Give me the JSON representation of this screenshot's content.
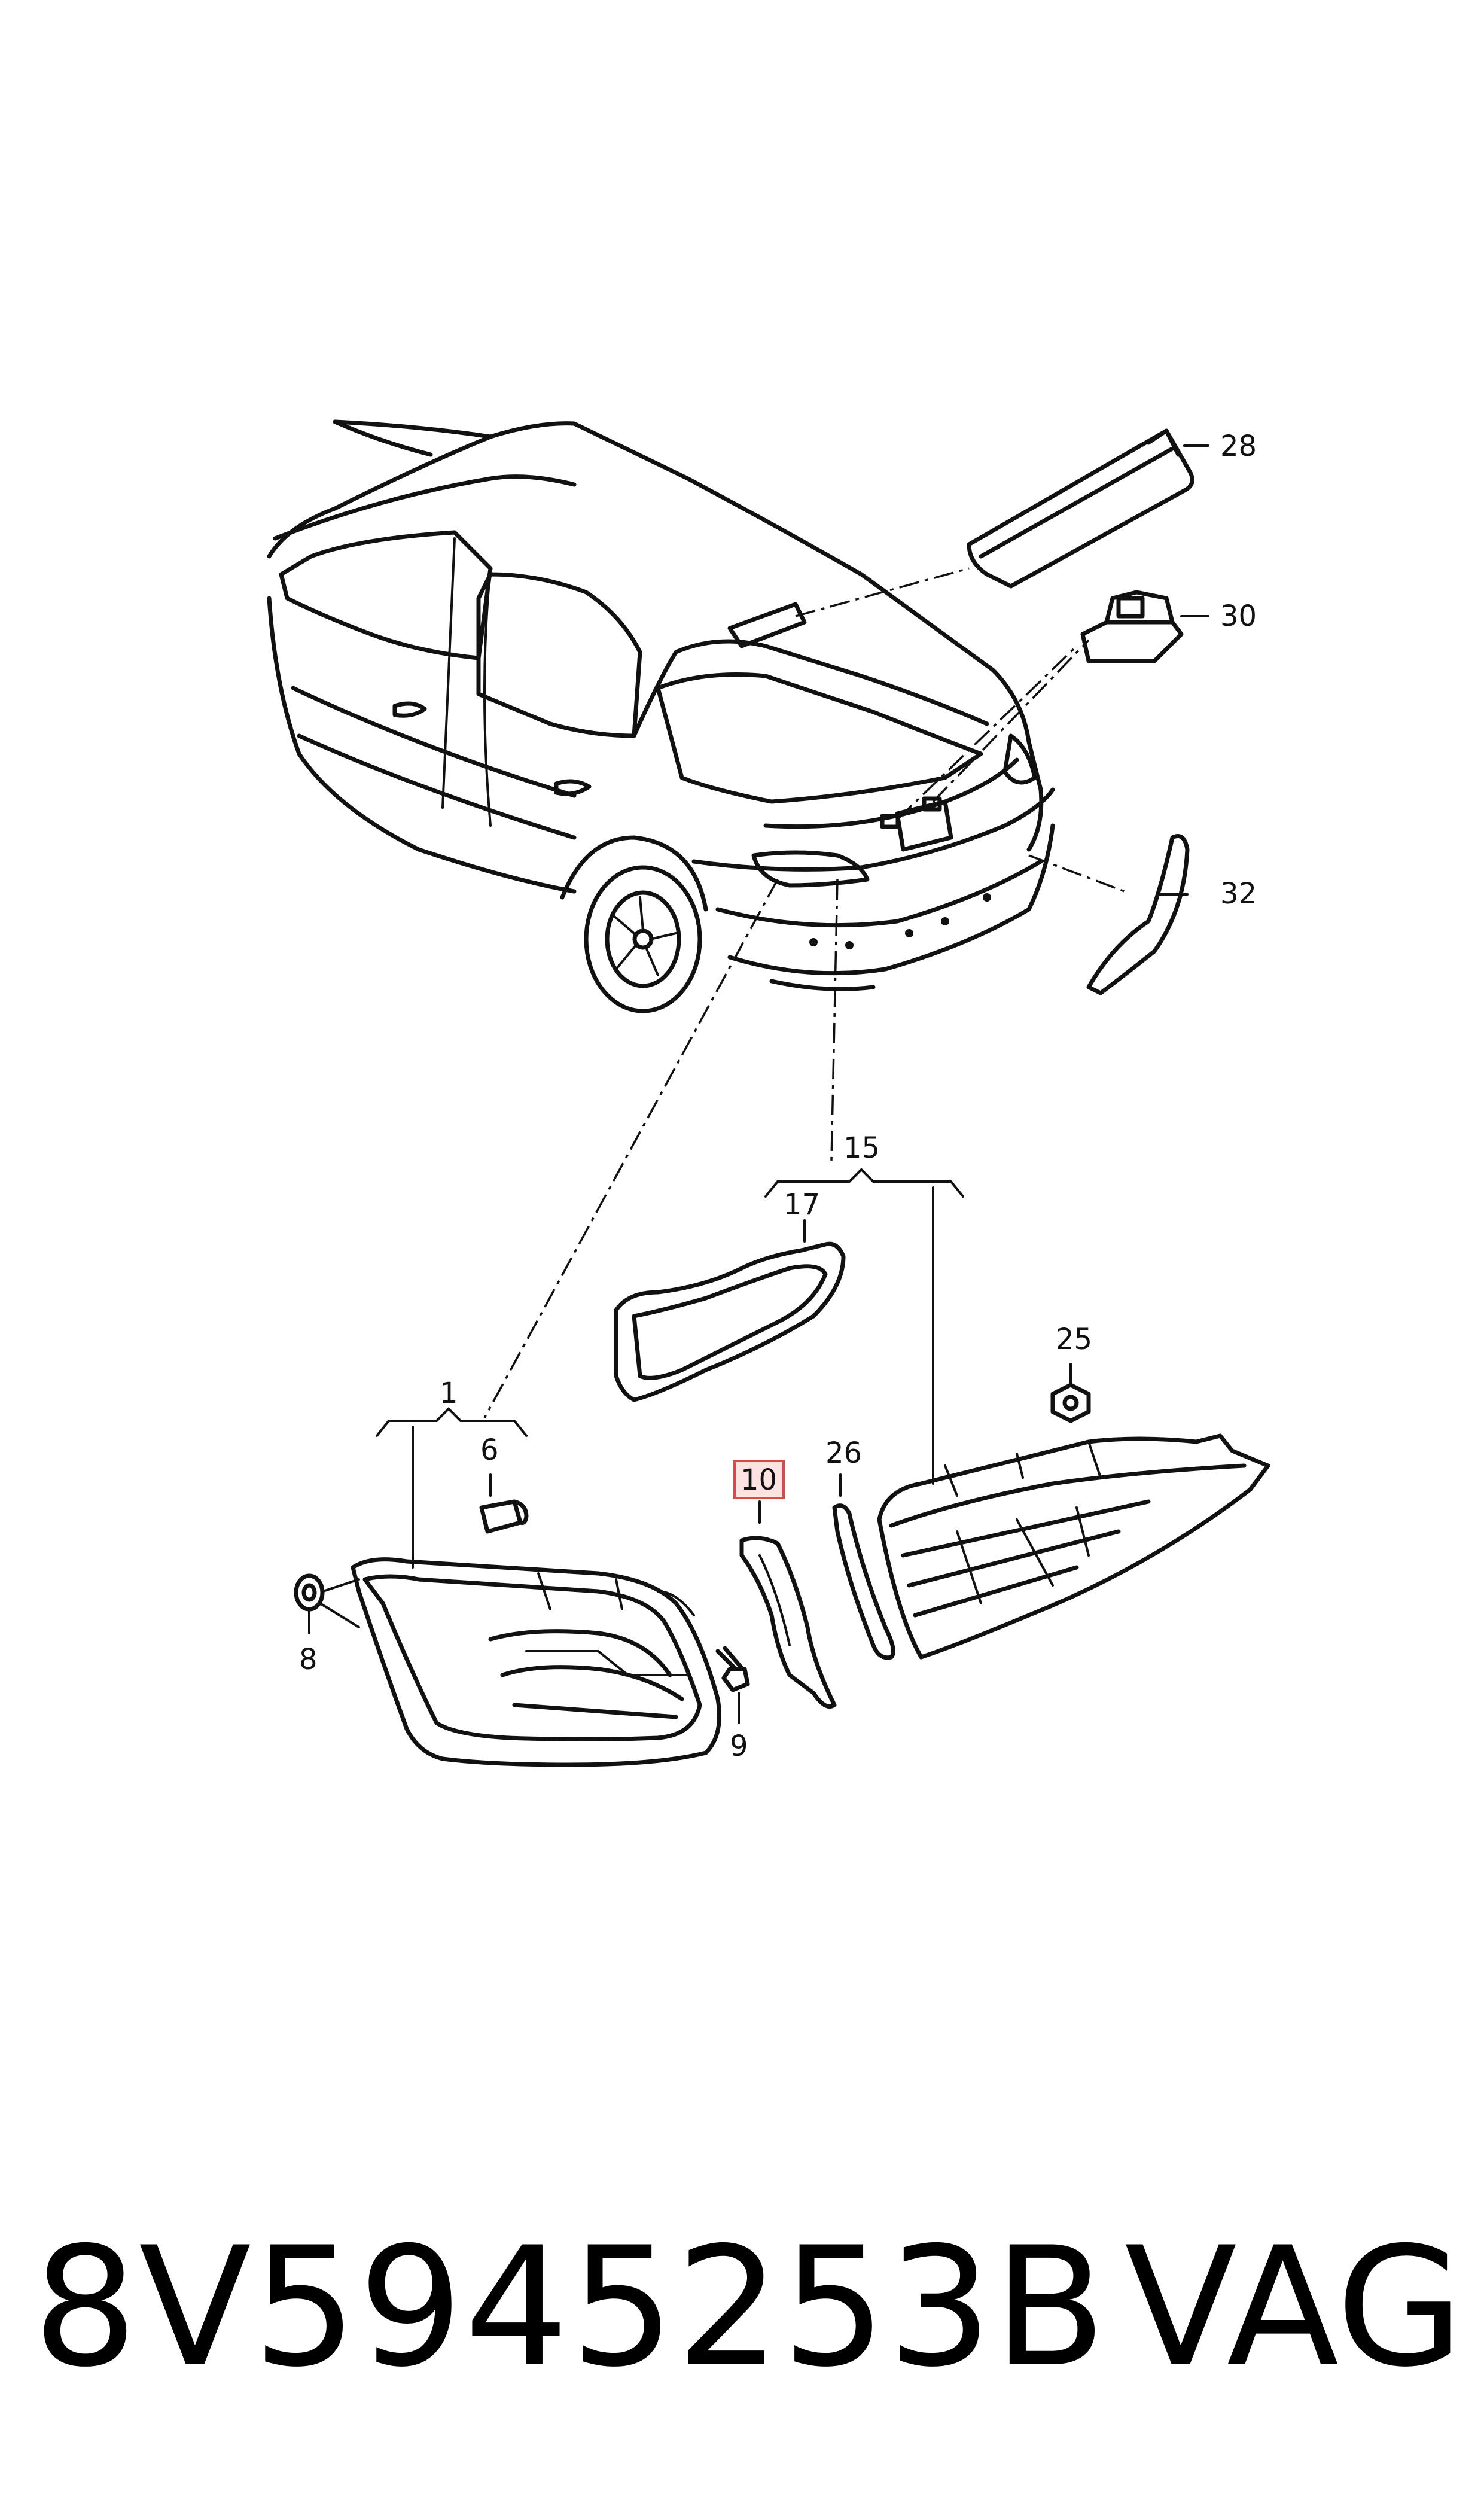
{
  "callouts": {
    "c1": "1",
    "c6": "6",
    "c8": "8",
    "c9": "9",
    "c10": "10",
    "c15": "15",
    "c17": "17",
    "c25": "25",
    "c26": "26",
    "c28": "28",
    "c30": "30",
    "c32": "32"
  },
  "highlighted_callout": "10",
  "footer": {
    "part_number": "8V5945253B",
    "brand": "VAG"
  },
  "colors": {
    "line": "#111111",
    "highlight_fill": "#fde2e2",
    "highlight_stroke": "#d84a4a"
  }
}
